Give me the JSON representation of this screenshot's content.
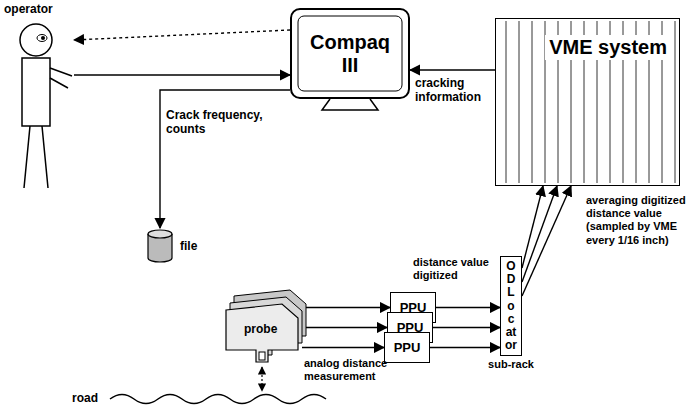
{
  "diagram": {
    "nodes": [
      {
        "text": [
          "operator"
        ]
      },
      {
        "text": [
          "Compaq III"
        ]
      },
      {
        "text": [
          "VME system"
        ]
      },
      {
        "text": [
          "file"
        ]
      },
      {
        "text": [
          "probe"
        ]
      },
      {
        "text": [
          "PPU"
        ]
      },
      {
        "text": [
          "PPU"
        ]
      },
      {
        "text": [
          "PPU"
        ]
      },
      {
        "text": [
          "ODLocator",
          "sub-rack"
        ]
      }
    ],
    "edges": [
      {
        "from": 0,
        "to": 1,
        "arrow": "to"
      },
      {
        "from": 1,
        "to": 0,
        "arrow": "to"
      },
      {
        "from": 1,
        "to": 3,
        "label": "Crack frequency, counts",
        "arrow": "to"
      },
      {
        "from": 2,
        "to": 1,
        "label": "cracking information",
        "arrow": "to"
      },
      {
        "from": 4,
        "to": 5,
        "arrow": "to"
      },
      {
        "from": 4,
        "to": 6,
        "arrow": "to"
      },
      {
        "from": 4,
        "to": 7,
        "arrow": "to"
      },
      {
        "from": 5,
        "to": 8,
        "label": "distance value digitized",
        "arrow": "to"
      },
      {
        "from": 6,
        "to": 8,
        "arrow": "to"
      },
      {
        "from": 7,
        "to": 8,
        "arrow": "to"
      },
      {
        "from": 8,
        "to": 2,
        "arrow": "to"
      },
      {
        "from": 8,
        "to": 2,
        "arrow": "to"
      },
      {
        "from": 8,
        "to": 2,
        "arrow": "to"
      }
    ],
    "labels": [
      "analog distance measurement",
      "averaging digitized distance value (sampled by VME every 1/16 inch)",
      "road"
    ]
  }
}
